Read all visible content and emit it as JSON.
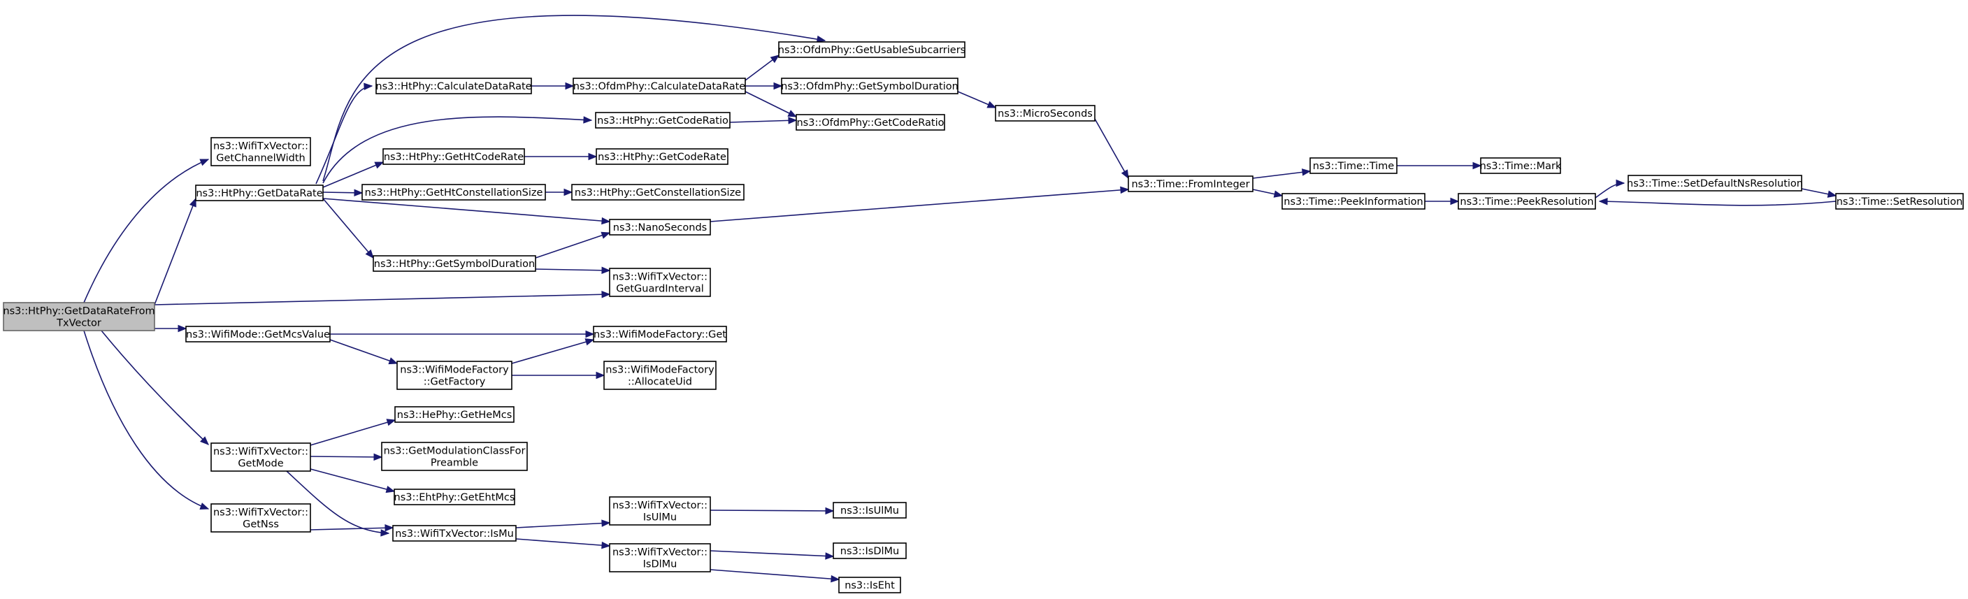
{
  "colors": {
    "edge": "#191970",
    "root_fill": "#bfbfbf",
    "node_fill": "#ffffff",
    "border": "#000000"
  },
  "nodes": [
    {
      "id": "root",
      "lines": [
        "ns3::HtPhy::GetDataRateFrom",
        "TxVector"
      ],
      "root": true
    },
    {
      "id": "getChannelWidth",
      "lines": [
        "ns3::WifiTxVector::",
        "GetChannelWidth"
      ]
    },
    {
      "id": "htGetDataRate",
      "lines": [
        "ns3::HtPhy::GetDataRate"
      ]
    },
    {
      "id": "htCalcDataRate",
      "lines": [
        "ns3::HtPhy::CalculateDataRate"
      ]
    },
    {
      "id": "ofdmCalcDataRate",
      "lines": [
        "ns3::OfdmPhy::CalculateDataRate"
      ]
    },
    {
      "id": "ofdmUsableSub",
      "lines": [
        "ns3::OfdmPhy::GetUsableSubcarriers"
      ]
    },
    {
      "id": "ofdmSymbolDur",
      "lines": [
        "ns3::OfdmPhy::GetSymbolDuration"
      ]
    },
    {
      "id": "microSeconds",
      "lines": [
        "ns3::MicroSeconds"
      ]
    },
    {
      "id": "htGetCodeRatio",
      "lines": [
        "ns3::HtPhy::GetCodeRatio"
      ]
    },
    {
      "id": "ofdmGetCodeRatio",
      "lines": [
        "ns3::OfdmPhy::GetCodeRatio"
      ]
    },
    {
      "id": "htGetHtCodeRate",
      "lines": [
        "ns3::HtPhy::GetHtCodeRate"
      ]
    },
    {
      "id": "htGetCodeRate",
      "lines": [
        "ns3::HtPhy::GetCodeRate"
      ]
    },
    {
      "id": "htGetHtConst",
      "lines": [
        "ns3::HtPhy::GetHtConstellationSize"
      ]
    },
    {
      "id": "htGetConst",
      "lines": [
        "ns3::HtPhy::GetConstellationSize"
      ]
    },
    {
      "id": "nanoSeconds",
      "lines": [
        "ns3::NanoSeconds"
      ]
    },
    {
      "id": "htGetSymbolDur",
      "lines": [
        "ns3::HtPhy::GetSymbolDuration"
      ]
    },
    {
      "id": "getGuardInterval",
      "lines": [
        "ns3::WifiTxVector::",
        "GetGuardInterval"
      ]
    },
    {
      "id": "timeFromInteger",
      "lines": [
        "ns3::Time::FromInteger"
      ]
    },
    {
      "id": "timeTime",
      "lines": [
        "ns3::Time::Time"
      ]
    },
    {
      "id": "timeMark",
      "lines": [
        "ns3::Time::Mark"
      ]
    },
    {
      "id": "timePeekInfo",
      "lines": [
        "ns3::Time::PeekInformation"
      ]
    },
    {
      "id": "timePeekRes",
      "lines": [
        "ns3::Time::PeekResolution"
      ]
    },
    {
      "id": "timeSetDefaultNs",
      "lines": [
        "ns3::Time::SetDefaultNsResolution"
      ]
    },
    {
      "id": "timeSetRes",
      "lines": [
        "ns3::Time::SetResolution"
      ]
    },
    {
      "id": "wifiModeGetMcs",
      "lines": [
        "ns3::WifiMode::GetMcsValue"
      ]
    },
    {
      "id": "wifiModeFactoryGet",
      "lines": [
        "ns3::WifiModeFactory::Get"
      ]
    },
    {
      "id": "wifiModeFactoryGetFactory",
      "lines": [
        "ns3::WifiModeFactory",
        "::GetFactory"
      ]
    },
    {
      "id": "wifiModeFactoryAlloc",
      "lines": [
        "ns3::WifiModeFactory",
        "::AllocateUid"
      ]
    },
    {
      "id": "heGetHeMcs",
      "lines": [
        "ns3::HePhy::GetHeMcs"
      ]
    },
    {
      "id": "getModClass",
      "lines": [
        "ns3::GetModulationClassFor",
        "Preamble"
      ]
    },
    {
      "id": "ehtGetEhtMcs",
      "lines": [
        "ns3::EhtPhy::GetEhtMcs"
      ]
    },
    {
      "id": "txvGetMode",
      "lines": [
        "ns3::WifiTxVector::",
        "GetMode"
      ]
    },
    {
      "id": "txvGetNss",
      "lines": [
        "ns3::WifiTxVector::",
        "GetNss"
      ]
    },
    {
      "id": "txvIsMu",
      "lines": [
        "ns3::WifiTxVector::IsMu"
      ]
    },
    {
      "id": "txvIsUlMu",
      "lines": [
        "ns3::WifiTxVector::",
        "IsUlMu"
      ]
    },
    {
      "id": "isUlMu",
      "lines": [
        "ns3::IsUlMu"
      ]
    },
    {
      "id": "txvIsDlMu",
      "lines": [
        "ns3::WifiTxVector::",
        "IsDlMu"
      ]
    },
    {
      "id": "isDlMu",
      "lines": [
        "ns3::IsDlMu"
      ]
    },
    {
      "id": "isEht",
      "lines": [
        "ns3::IsEht"
      ]
    }
  ],
  "edges": [
    [
      "root",
      "getChannelWidth"
    ],
    [
      "root",
      "htGetDataRate"
    ],
    [
      "root",
      "getGuardInterval"
    ],
    [
      "root",
      "wifiModeGetMcs"
    ],
    [
      "root",
      "txvGetMode"
    ],
    [
      "root",
      "txvGetNss"
    ],
    [
      "htGetDataRate",
      "htCalcDataRate"
    ],
    [
      "htGetDataRate",
      "ofdmUsableSub"
    ],
    [
      "htGetDataRate",
      "htGetCodeRatio"
    ],
    [
      "htGetDataRate",
      "htGetHtCodeRate"
    ],
    [
      "htGetDataRate",
      "htGetHtConst"
    ],
    [
      "htGetDataRate",
      "nanoSeconds"
    ],
    [
      "htGetDataRate",
      "htGetSymbolDur"
    ],
    [
      "htCalcDataRate",
      "ofdmCalcDataRate"
    ],
    [
      "ofdmCalcDataRate",
      "ofdmUsableSub"
    ],
    [
      "ofdmCalcDataRate",
      "ofdmSymbolDur"
    ],
    [
      "ofdmCalcDataRate",
      "ofdmGetCodeRatio"
    ],
    [
      "ofdmSymbolDur",
      "microSeconds"
    ],
    [
      "microSeconds",
      "timeFromInteger"
    ],
    [
      "htGetCodeRatio",
      "ofdmGetCodeRatio"
    ],
    [
      "htGetHtCodeRate",
      "htGetCodeRate"
    ],
    [
      "htGetHtConst",
      "htGetConst"
    ],
    [
      "nanoSeconds",
      "timeFromInteger"
    ],
    [
      "htGetSymbolDur",
      "nanoSeconds"
    ],
    [
      "htGetSymbolDur",
      "getGuardInterval"
    ],
    [
      "timeFromInteger",
      "timeTime"
    ],
    [
      "timeFromInteger",
      "timePeekInfo"
    ],
    [
      "timeTime",
      "timeMark"
    ],
    [
      "timePeekInfo",
      "timePeekRes"
    ],
    [
      "timePeekRes",
      "timeSetDefaultNs"
    ],
    [
      "timeSetDefaultNs",
      "timeSetRes"
    ],
    [
      "timeSetRes",
      "timePeekRes"
    ],
    [
      "wifiModeGetMcs",
      "wifiModeFactoryGet"
    ],
    [
      "wifiModeGetMcs",
      "wifiModeFactoryGetFactory"
    ],
    [
      "wifiModeFactoryGetFactory",
      "wifiModeFactoryGet"
    ],
    [
      "wifiModeFactoryGetFactory",
      "wifiModeFactoryAlloc"
    ],
    [
      "txvGetMode",
      "heGetHeMcs"
    ],
    [
      "txvGetMode",
      "getModClass"
    ],
    [
      "txvGetMode",
      "ehtGetEhtMcs"
    ],
    [
      "txvGetMode",
      "txvIsMu"
    ],
    [
      "txvGetNss",
      "txvIsMu"
    ],
    [
      "txvIsMu",
      "txvIsUlMu"
    ],
    [
      "txvIsMu",
      "txvIsDlMu"
    ],
    [
      "txvIsUlMu",
      "isUlMu"
    ],
    [
      "txvIsDlMu",
      "isDlMu"
    ],
    [
      "txvIsDlMu",
      "isEht"
    ]
  ]
}
